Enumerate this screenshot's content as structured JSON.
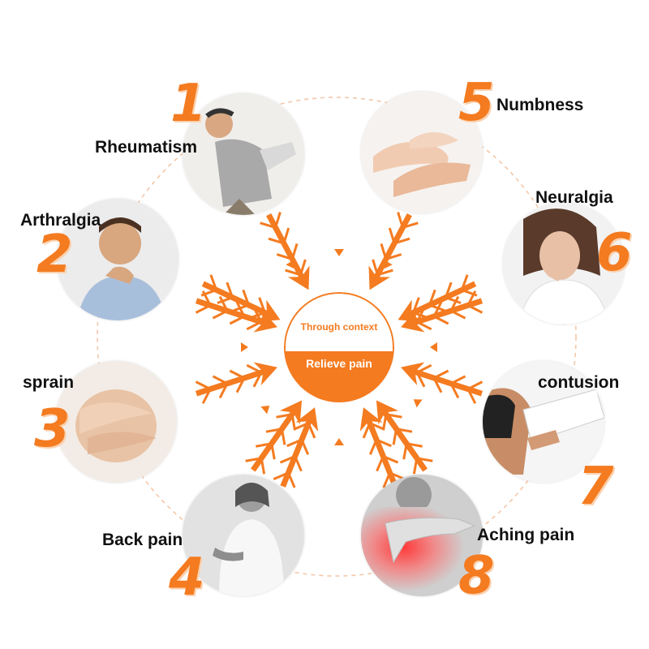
{
  "colors": {
    "accent": "#f47b20",
    "accent_light": "#fbd2b0",
    "ring": "#f4c7a8",
    "text": "#111111"
  },
  "center": {
    "line1": "Through context",
    "line2": "Relieve pain"
  },
  "conditions": [
    {
      "number": "1",
      "label": "Rheumatism",
      "image": "man-holding-lower-back"
    },
    {
      "number": "2",
      "label": "Arthralgia",
      "image": "man-holding-shoulder"
    },
    {
      "number": "3",
      "label": "sprain",
      "image": "hands-on-knee"
    },
    {
      "number": "4",
      "label": "Back pain",
      "image": "woman-holding-back"
    },
    {
      "number": "5",
      "label": "Numbness",
      "image": "clasped-hands"
    },
    {
      "number": "6",
      "label": "Neuralgia",
      "image": "woman-pinching-nose-bridge"
    },
    {
      "number": "7",
      "label": "contusion",
      "image": "bandaged-arm"
    },
    {
      "number": "8",
      "label": "Aching pain",
      "image": "red-neck-pain"
    }
  ]
}
